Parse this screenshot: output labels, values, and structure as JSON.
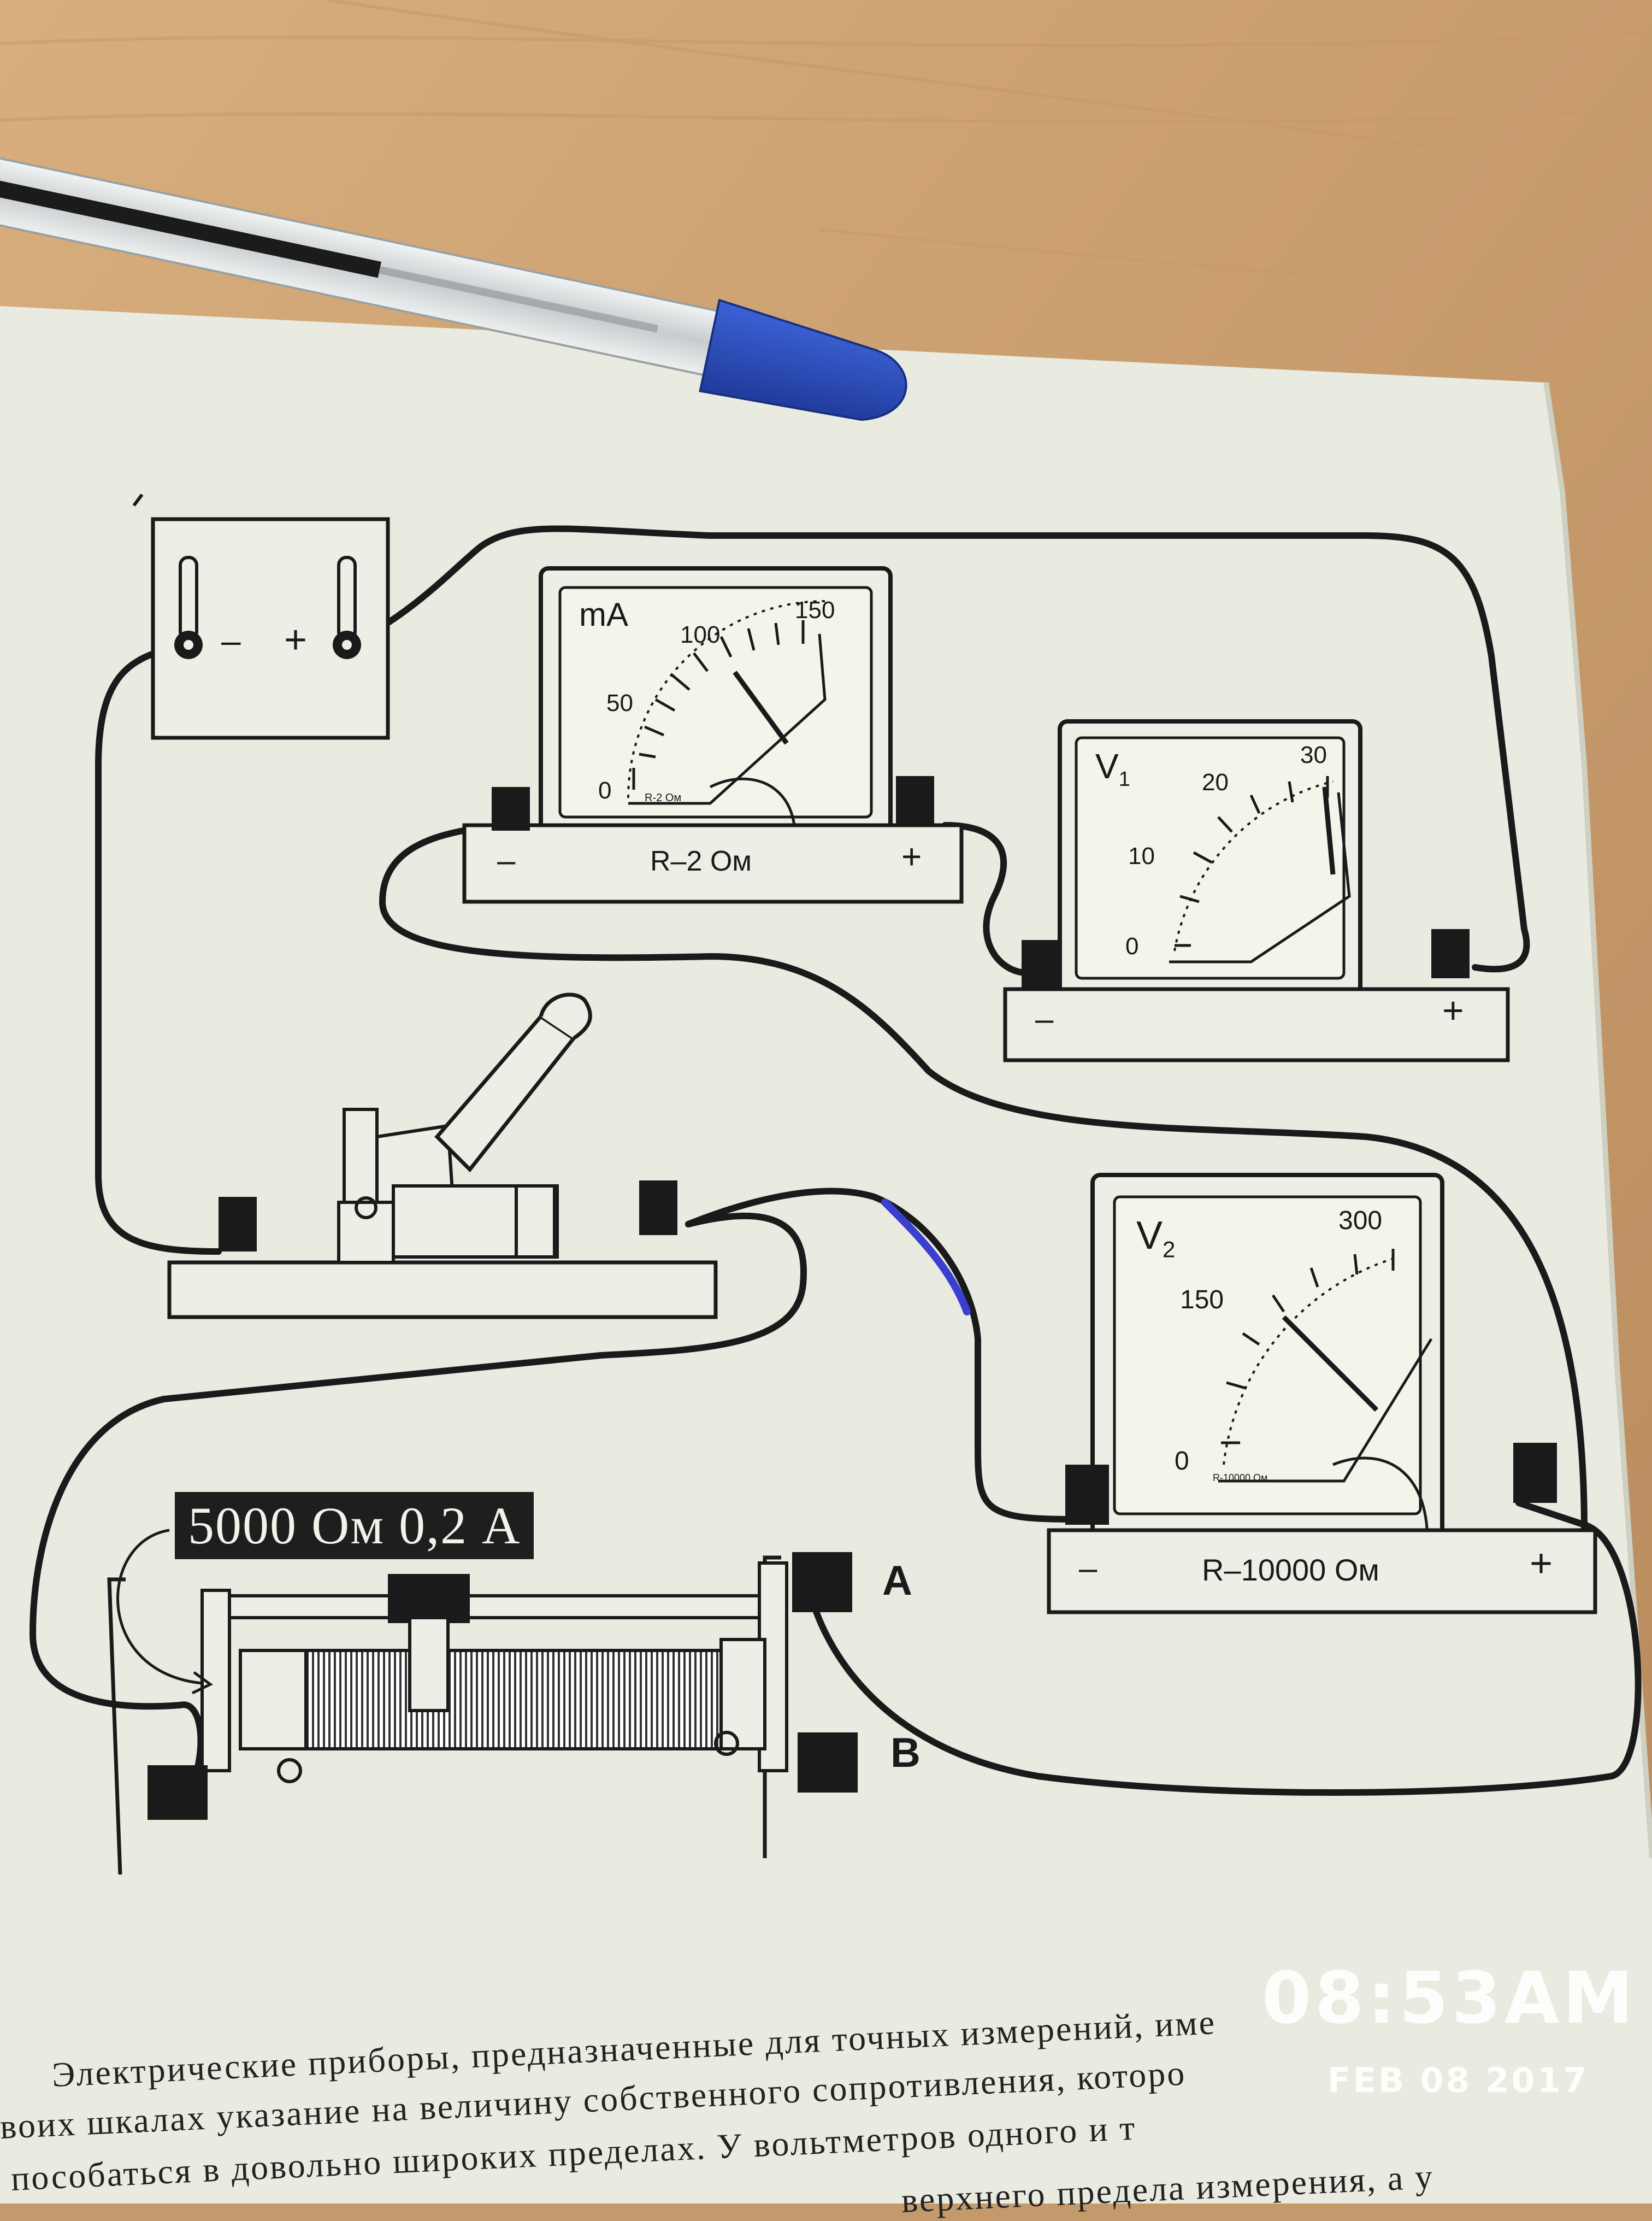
{
  "battery": {
    "minus": "–",
    "plus": "+"
  },
  "milliammeter": {
    "unit": "mA",
    "scale": [
      "0",
      "50",
      "100",
      "150"
    ],
    "resistance_small": "R-2 Ом",
    "base_label": "R–2  Ом",
    "minus": "–",
    "plus": "+"
  },
  "voltmeter1": {
    "unit": "V",
    "unit_sub": "1",
    "scale": [
      "0",
      "10",
      "20",
      "30"
    ],
    "minus": "–",
    "plus": "+"
  },
  "voltmeter2": {
    "unit": "V",
    "unit_sub": "2",
    "scale": [
      "0",
      "150",
      "300"
    ],
    "resistance_small": "R-10000 Ом",
    "base_label": "R–10000  Ом",
    "minus": "–",
    "plus": "+"
  },
  "rheostat": {
    "rating": "5000 Ом 0,2 А",
    "terminal_a": "A",
    "terminal_b": "B"
  },
  "page_text": [
    "Электрические приборы, предназначенные для точных измерений, име",
    "воих шкалах указание на величину собственного сопротивления, которо",
    "пособаться в довольно широких пределах. У вольтметров одного и т",
    "верхнего предела измерения, а у"
  ],
  "timestamp": {
    "time": "08:53AM",
    "date": "FEB 08 2017"
  },
  "colors": {
    "paper": "#e9ebe0",
    "ink": "#1a1a1a",
    "desk": "#c49a6c",
    "pen_cap": "#2a4fbf",
    "wire_highlight": "#3a3fd0"
  }
}
